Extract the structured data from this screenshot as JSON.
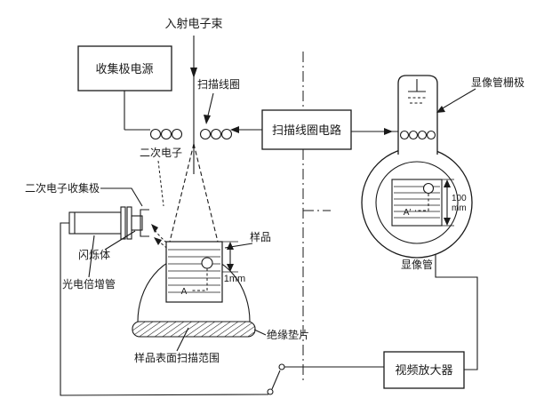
{
  "colors": {
    "ink": "#1a1a1a",
    "paper": "#ffffff"
  },
  "labels": {
    "incident_beam": "入射电子束",
    "collector_supply": "收集极电源",
    "scan_coil": "扫描线圈",
    "scan_coil_circuit": "扫描线圈电路",
    "crt_grid": "显像管栅极",
    "secondary_electron": "二次电子",
    "secondary_collector": "二次电子收集极",
    "scintillator": "闪烁体",
    "photomultiplier": "光电倍增管",
    "sample": "样品",
    "sample_depth": "1mm",
    "crt_dim_value": "100",
    "crt_dim_unit": "mm",
    "crt": "显像管",
    "insulating_spacer": "绝缘垫片",
    "sample_scan_area": "样品表面扫描范围",
    "video_amplifier": "视频放大器",
    "point_a": "A",
    "point_a_prime": "A′"
  }
}
